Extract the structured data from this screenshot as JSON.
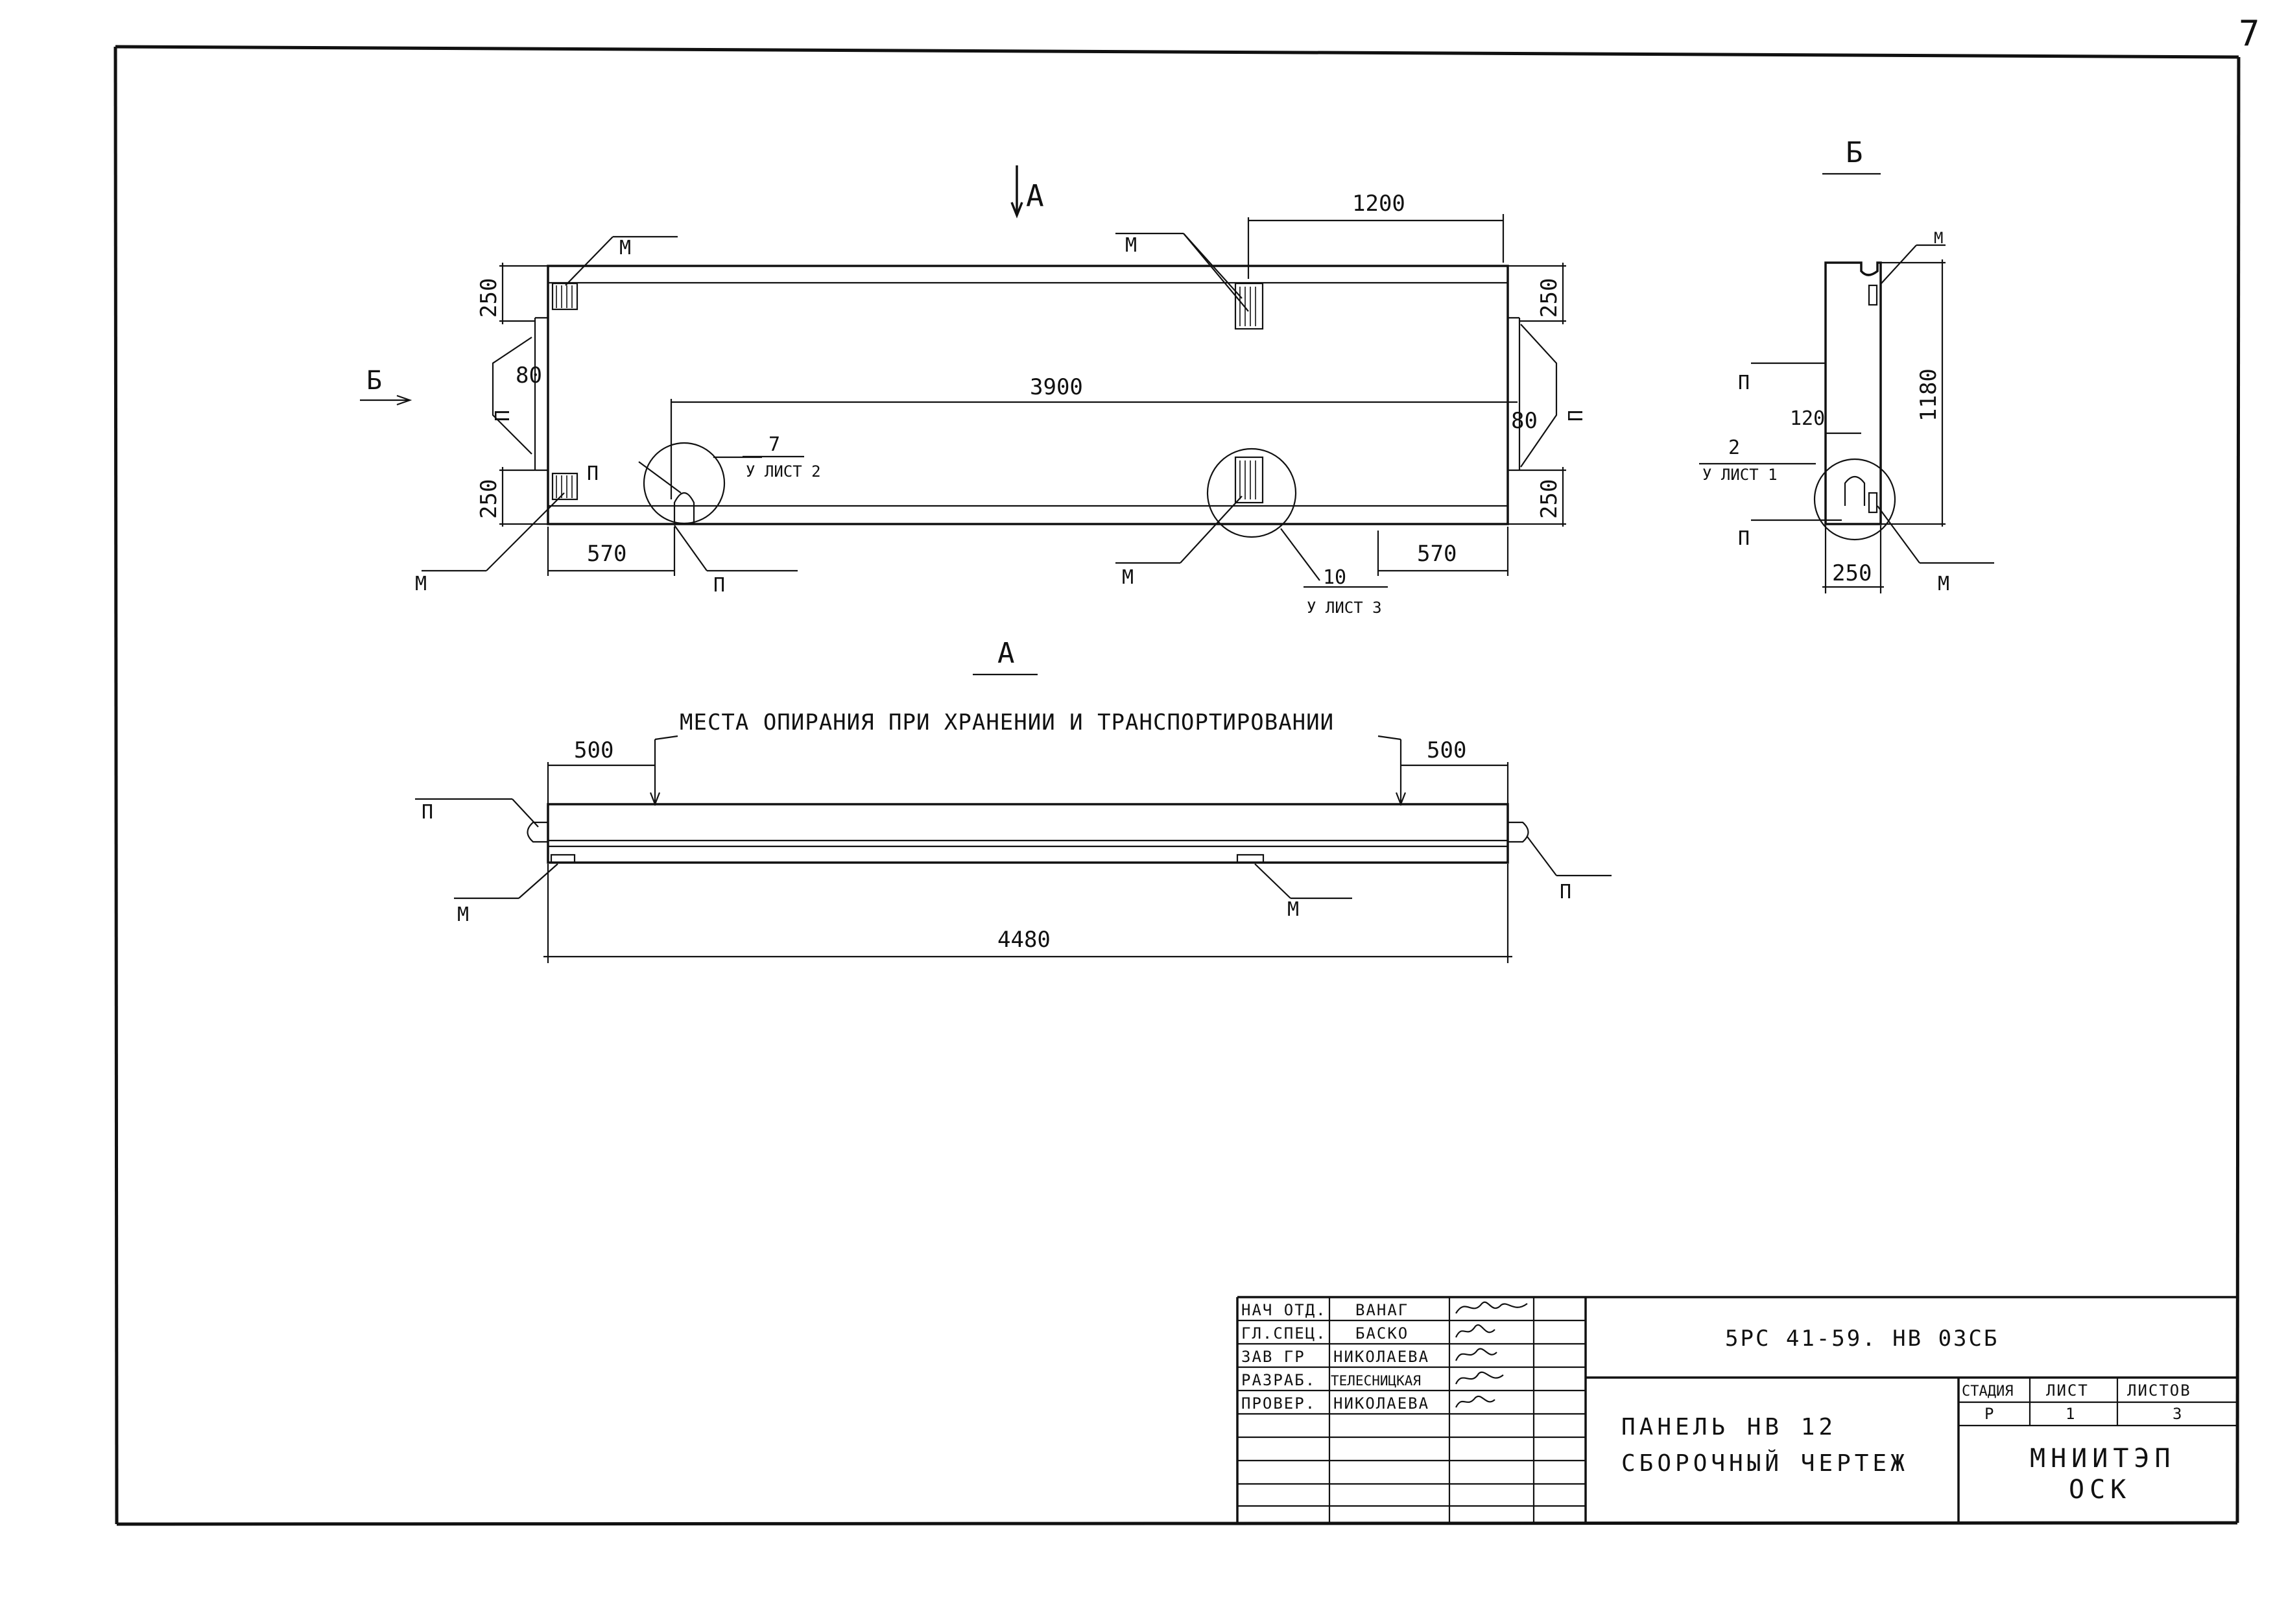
{
  "page_number": "7",
  "drawing": {
    "plan": {
      "section_mark_a": "А",
      "view_mark_b": "Б",
      "dim_top_1200": "1200",
      "dim_left_250_top": "250",
      "dim_left_250_bottom": "250",
      "dim_left_80": "80",
      "dim_right_250_top": "250",
      "dim_right_250_bottom": "250",
      "dim_right_80": "80",
      "dim_3900": "3900",
      "dim_570_left": "570",
      "dim_570_right": "570",
      "label_m": "М",
      "label_p": "П",
      "callout_7_num": "7",
      "callout_7_sheet": "У ЛИСТ 2",
      "callout_10_num": "10",
      "callout_10_sheet": "У ЛИСТ 3"
    },
    "view_b": {
      "title": "Б",
      "dim_1180": "1180",
      "dim_120": "120",
      "dim_250": "250",
      "callout_2_num": "2",
      "callout_2_sheet": "У ЛИСТ 1",
      "label_m": "М",
      "label_p": "П"
    },
    "view_a": {
      "title": "А",
      "support_note": "МЕСТА ОПИРАНИЯ ПРИ ХРАНЕНИИ И ТРАНСПОРТИРОВАНИИ",
      "dim_500_left": "500",
      "dim_500_right": "500",
      "dim_4480": "4480",
      "label_m": "М",
      "label_p": "П"
    }
  },
  "title_block": {
    "roles": [
      "НАЧ ОТД.",
      "ГЛ.СПЕЦ.",
      "ЗАВ ГР",
      "РАЗРАБ.",
      "ПРОВЕР."
    ],
    "names": [
      "ВАНАГ",
      "БАСКО",
      "НИКОЛАЕВА",
      "ТЕЛЕСНИЦКАЯ",
      "НИКОЛАЕВА"
    ],
    "document_code": "5РС 41-59. НВ 03СБ",
    "title_line1": "ПАНЕЛЬ НВ 12",
    "title_line2": "СБОРОЧНЫЙ ЧЕРТЕЖ",
    "stage_header": "СТАДИЯ",
    "sheet_header": "ЛИСТ",
    "sheets_header": "ЛИСТОВ",
    "stage_value": "Р",
    "sheet_value": "1",
    "sheets_value": "3",
    "org_line1": "МНИИТЭП",
    "org_line2": "ОСК"
  }
}
